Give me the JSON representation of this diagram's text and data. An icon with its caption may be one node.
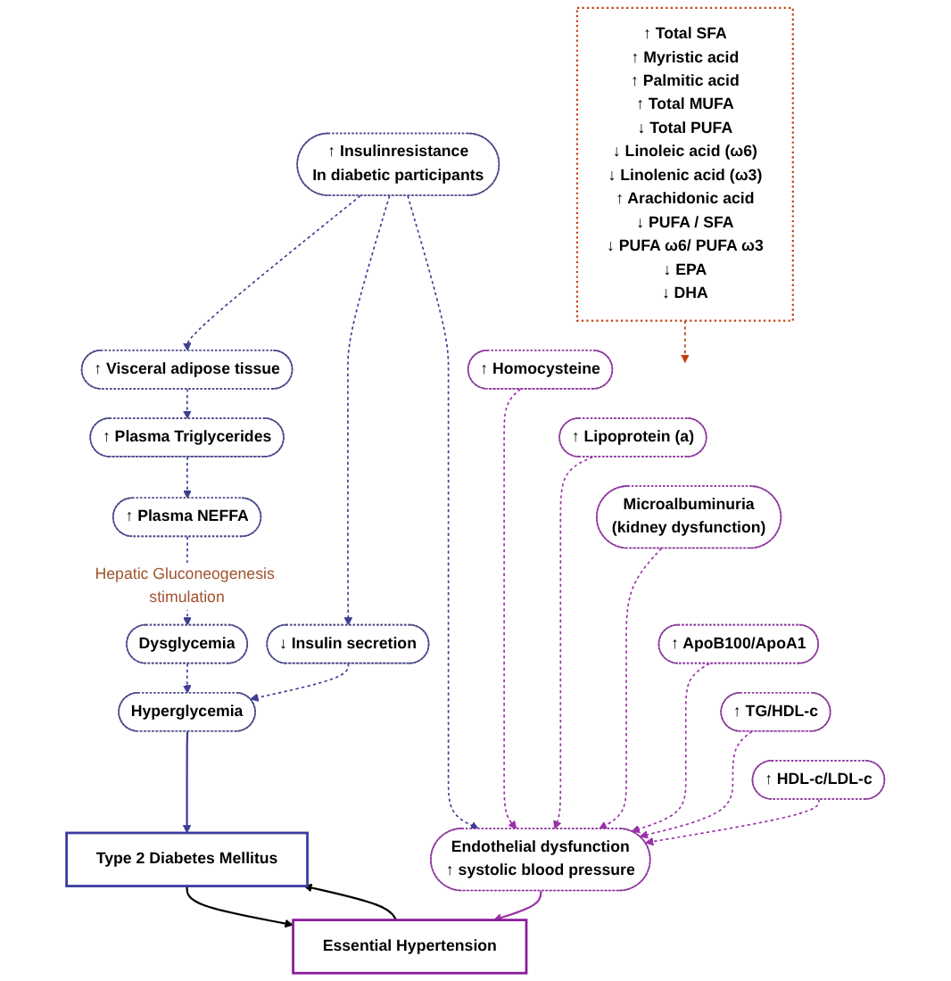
{
  "diagram": {
    "nodes": [
      {
        "text": [
          "↑ Insulinresistance",
          "In diabetic participants"
        ]
      },
      {
        "text": [
          "↑ Visceral adipose tissue"
        ]
      },
      {
        "text": [
          "↑ Plasma Triglycerides"
        ]
      },
      {
        "text": [
          "↑ Plasma NEFFA"
        ]
      },
      {
        "text": [
          "↓ Insulin secretion"
        ]
      },
      {
        "text": [
          "Dysglycemia"
        ]
      },
      {
        "text": [
          "Hyperglycemia"
        ]
      },
      {
        "text": [
          "↑ Homocysteine"
        ]
      },
      {
        "text": [
          "↑ Lipoprotein (a)"
        ]
      },
      {
        "text": [
          "Microalbuminuria",
          "(kidney dysfunction)"
        ]
      },
      {
        "text": [
          "↑ ApoB100/ApoA1"
        ]
      },
      {
        "text": [
          "↑ TG/HDL-c"
        ]
      },
      {
        "text": [
          "↑ HDL-c/LDL-c"
        ]
      },
      {
        "text": [
          "Endothelial dysfunction",
          "↑ systolic blood pressure"
        ]
      },
      {
        "text": [
          "Type 2 Diabetes Mellitus"
        ]
      },
      {
        "text": [
          "Essential Hypertension"
        ]
      },
      {
        "text": [
          "↑ Total SFA",
          "↑ Myristic acid",
          "↑ Palmitic acid",
          "↑ Total MUFA",
          "↓ Total PUFA",
          "↓ Linoleic acid (ω6)",
          "↓ Linolenic acid (ω3)",
          "↑ Arachidonic acid",
          "↓ PUFA / SFA",
          "↓ PUFA ω6/ PUFA ω3",
          "↓ EPA",
          "↓ DHA"
        ]
      }
    ],
    "edges": [
      {
        "from": 0,
        "to": 1,
        "arrow": "to",
        "style": "dashed"
      },
      {
        "from": 1,
        "to": 2,
        "arrow": "to",
        "style": "dashed"
      },
      {
        "from": 2,
        "to": 3,
        "arrow": "to",
        "style": "dashed"
      },
      {
        "from": 3,
        "to": 5,
        "arrow": "to",
        "style": "dashed",
        "label": "Hepatic Gluconeogenesis stimulation"
      },
      {
        "from": 0,
        "to": 4,
        "arrow": "to",
        "style": "dashed"
      },
      {
        "from": 0,
        "to": 13,
        "arrow": "to",
        "style": "dashed"
      },
      {
        "from": 5,
        "to": 6,
        "arrow": "to",
        "style": "dashed"
      },
      {
        "from": 4,
        "to": 6,
        "arrow": "to",
        "style": "dashed"
      },
      {
        "from": 7,
        "to": 13,
        "arrow": "to",
        "style": "dashed",
        "color": "#9b30a8"
      },
      {
        "from": 8,
        "to": 13,
        "arrow": "to",
        "style": "dashed",
        "color": "#9b30a8"
      },
      {
        "from": 9,
        "to": 13,
        "arrow": "to",
        "style": "dashed",
        "color": "#9b30a8"
      },
      {
        "from": 10,
        "to": 13,
        "arrow": "to",
        "style": "dashed",
        "color": "#9b30a8"
      },
      {
        "from": 11,
        "to": 13,
        "arrow": "to",
        "style": "dashed",
        "color": "#9b30a8"
      },
      {
        "from": 12,
        "to": 13,
        "arrow": "to",
        "style": "dashed",
        "color": "#9b30a8"
      },
      {
        "from": 6,
        "to": 14,
        "arrow": "to"
      },
      {
        "from": 13,
        "to": 15,
        "arrow": "to",
        "color": "#9b30a8"
      },
      {
        "from": 14,
        "to": 15,
        "arrow": "to",
        "color": "#000000"
      },
      {
        "from": 15,
        "to": 14,
        "arrow": "to",
        "color": "#000000"
      },
      {
        "from": 16,
        "to": null,
        "arrow": "to",
        "style": "dashed",
        "color": "#c0400a"
      }
    ]
  }
}
